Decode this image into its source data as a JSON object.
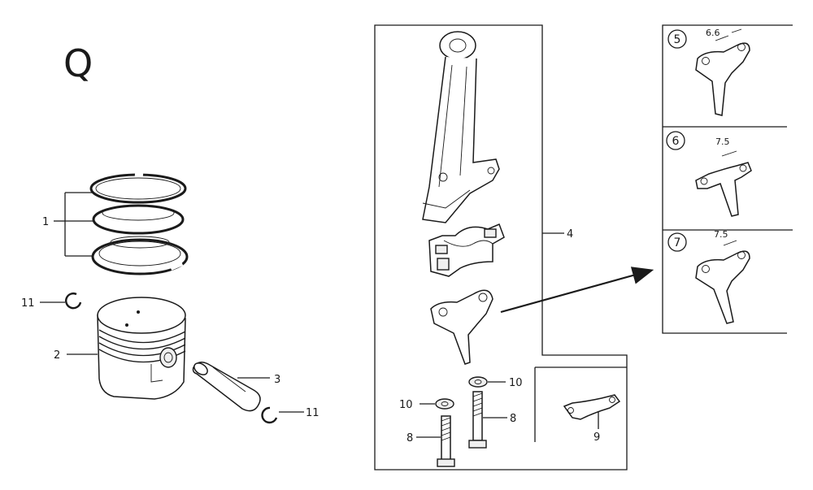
{
  "section_letter": "Q",
  "callouts": {
    "c1": "1",
    "c2": "2",
    "c3": "3",
    "c4": "4",
    "c8a": "8",
    "c8b": "8",
    "c9": "9",
    "c10a": "10",
    "c10b": "10",
    "c11a": "11",
    "c11b": "11"
  },
  "variants": {
    "v5": {
      "number": "5",
      "dimension": "6.6"
    },
    "v6": {
      "number": "6",
      "dimension": "7.5"
    },
    "v7": {
      "number": "7",
      "dimension": "7.5"
    }
  }
}
